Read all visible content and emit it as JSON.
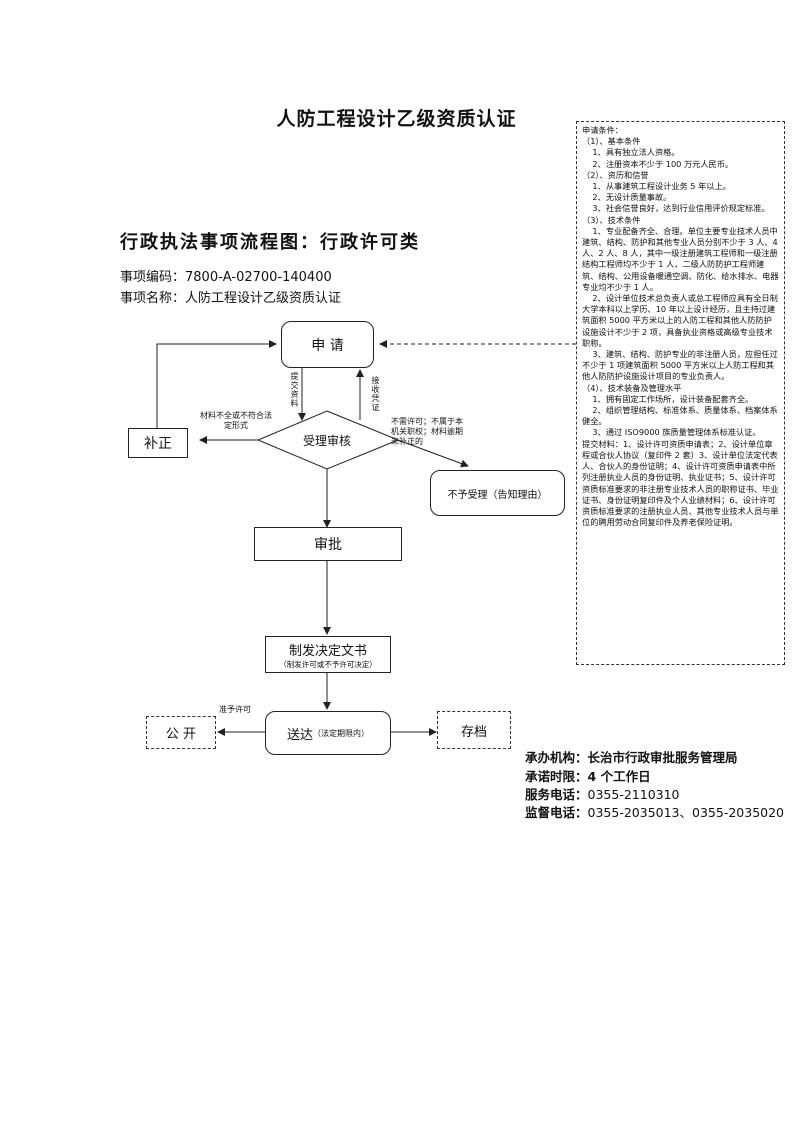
{
  "title": "人防工程设计乙级资质认证",
  "flow_title": "行政执法事项流程图：行政许可类",
  "item_code": "事项编码：7800-A-02700-140400",
  "item_name": "事项名称：人防工程设计乙级资质认证",
  "requirements": [
    "申请条件：",
    "（1）、基本条件",
    "    1、具有独立法人资格。",
    "    2、注册资本不少于 100 万元人民币。",
    "（2）、资历和信誉",
    "    1、从事建筑工程设计业务 5 年以上。",
    "    2、无设计质量事故。",
    "    3、社会信誉良好，达到行业信用评价规定标准。",
    "（3）、技术条件",
    "    1、专业配备齐全、合理。单位主要专业技术人员中建筑、结构、防护和其他专业人员分别不少于 3 人、4 人、2 人、8 人，其中一级注册建筑工程师和一级注册结构工程师均不少于 1 人，二级人防防护工程师建筑、结构、公用设备暖通空调、防化、给水排水、电器专业均不少于 1 人。",
    "    2、设计单位技术总负责人或总工程师应具有全日制大学本科以上学历、10 年以上设计经历，且主持过建筑面积 5000 平方米以上的人防工程和其他人防防护设施设计不少于 2 项，具备执业资格或高级专业技术职称。",
    "    3、建筑、结构、防护专业的非注册人员，应担任过不少于 1 项建筑面积 5000 平方米以上人防工程和其他人防防护设施设计项目的专业负责人。",
    "（4）、技术装备及管理水平",
    "    1、拥有固定工作场所，设计装备配套齐全。",
    "    2、组织管理结构、标准体系、质量体系、档案体系健全。",
    "    3、通过 ISO9000 族质量管理体系标准认证。",
    "提交材料：1、设计许可资质申请表；2、设计单位章程或合伙人协议（复印件 2 套）3、设计单位法定代表人、合伙人的身份证明；4、设计许可资质申请表中所列注册执业人员的身份证明、执业证书；5、设计许可资质标准要求的非注册专业技术人员的职称证书、毕业证书、身份证明复印件及个人业绩材料；6、设计许可资质标准要求的注册执业人员、其他专业技术人员与单位的聘用劳动合同复印件及养老保险证明。"
  ],
  "flow": {
    "apply": "申 请",
    "review": "受理审核",
    "supplement": "补正",
    "reject": "不予受理（告知理由）",
    "approve": "审批",
    "decision": "制发决定文书",
    "decision_note": "（制发许可或不予许可决定）",
    "deliver": "送达",
    "deliver_note": "（法定期限内）",
    "publish": "公 开",
    "archive": "存档",
    "submit_label": "提交资料",
    "receive_label": "接收凭证",
    "incomplete_label": "材料不全或不符合法定形式",
    "not_permitted_label": "不需许可；不属于本机关职权；材料逾期未补正的",
    "grant_label": "准予许可"
  },
  "footer": {
    "agency_label": "承办机构：",
    "agency": "长治市行政审批服务管理局",
    "time_label": "承诺时限：",
    "time": "4 个工作日",
    "phone_label": "服务电话：",
    "phone": "0355-2110310",
    "supervise_label": "监督电话：",
    "supervise": "0355-2035013、0355-2035020"
  }
}
